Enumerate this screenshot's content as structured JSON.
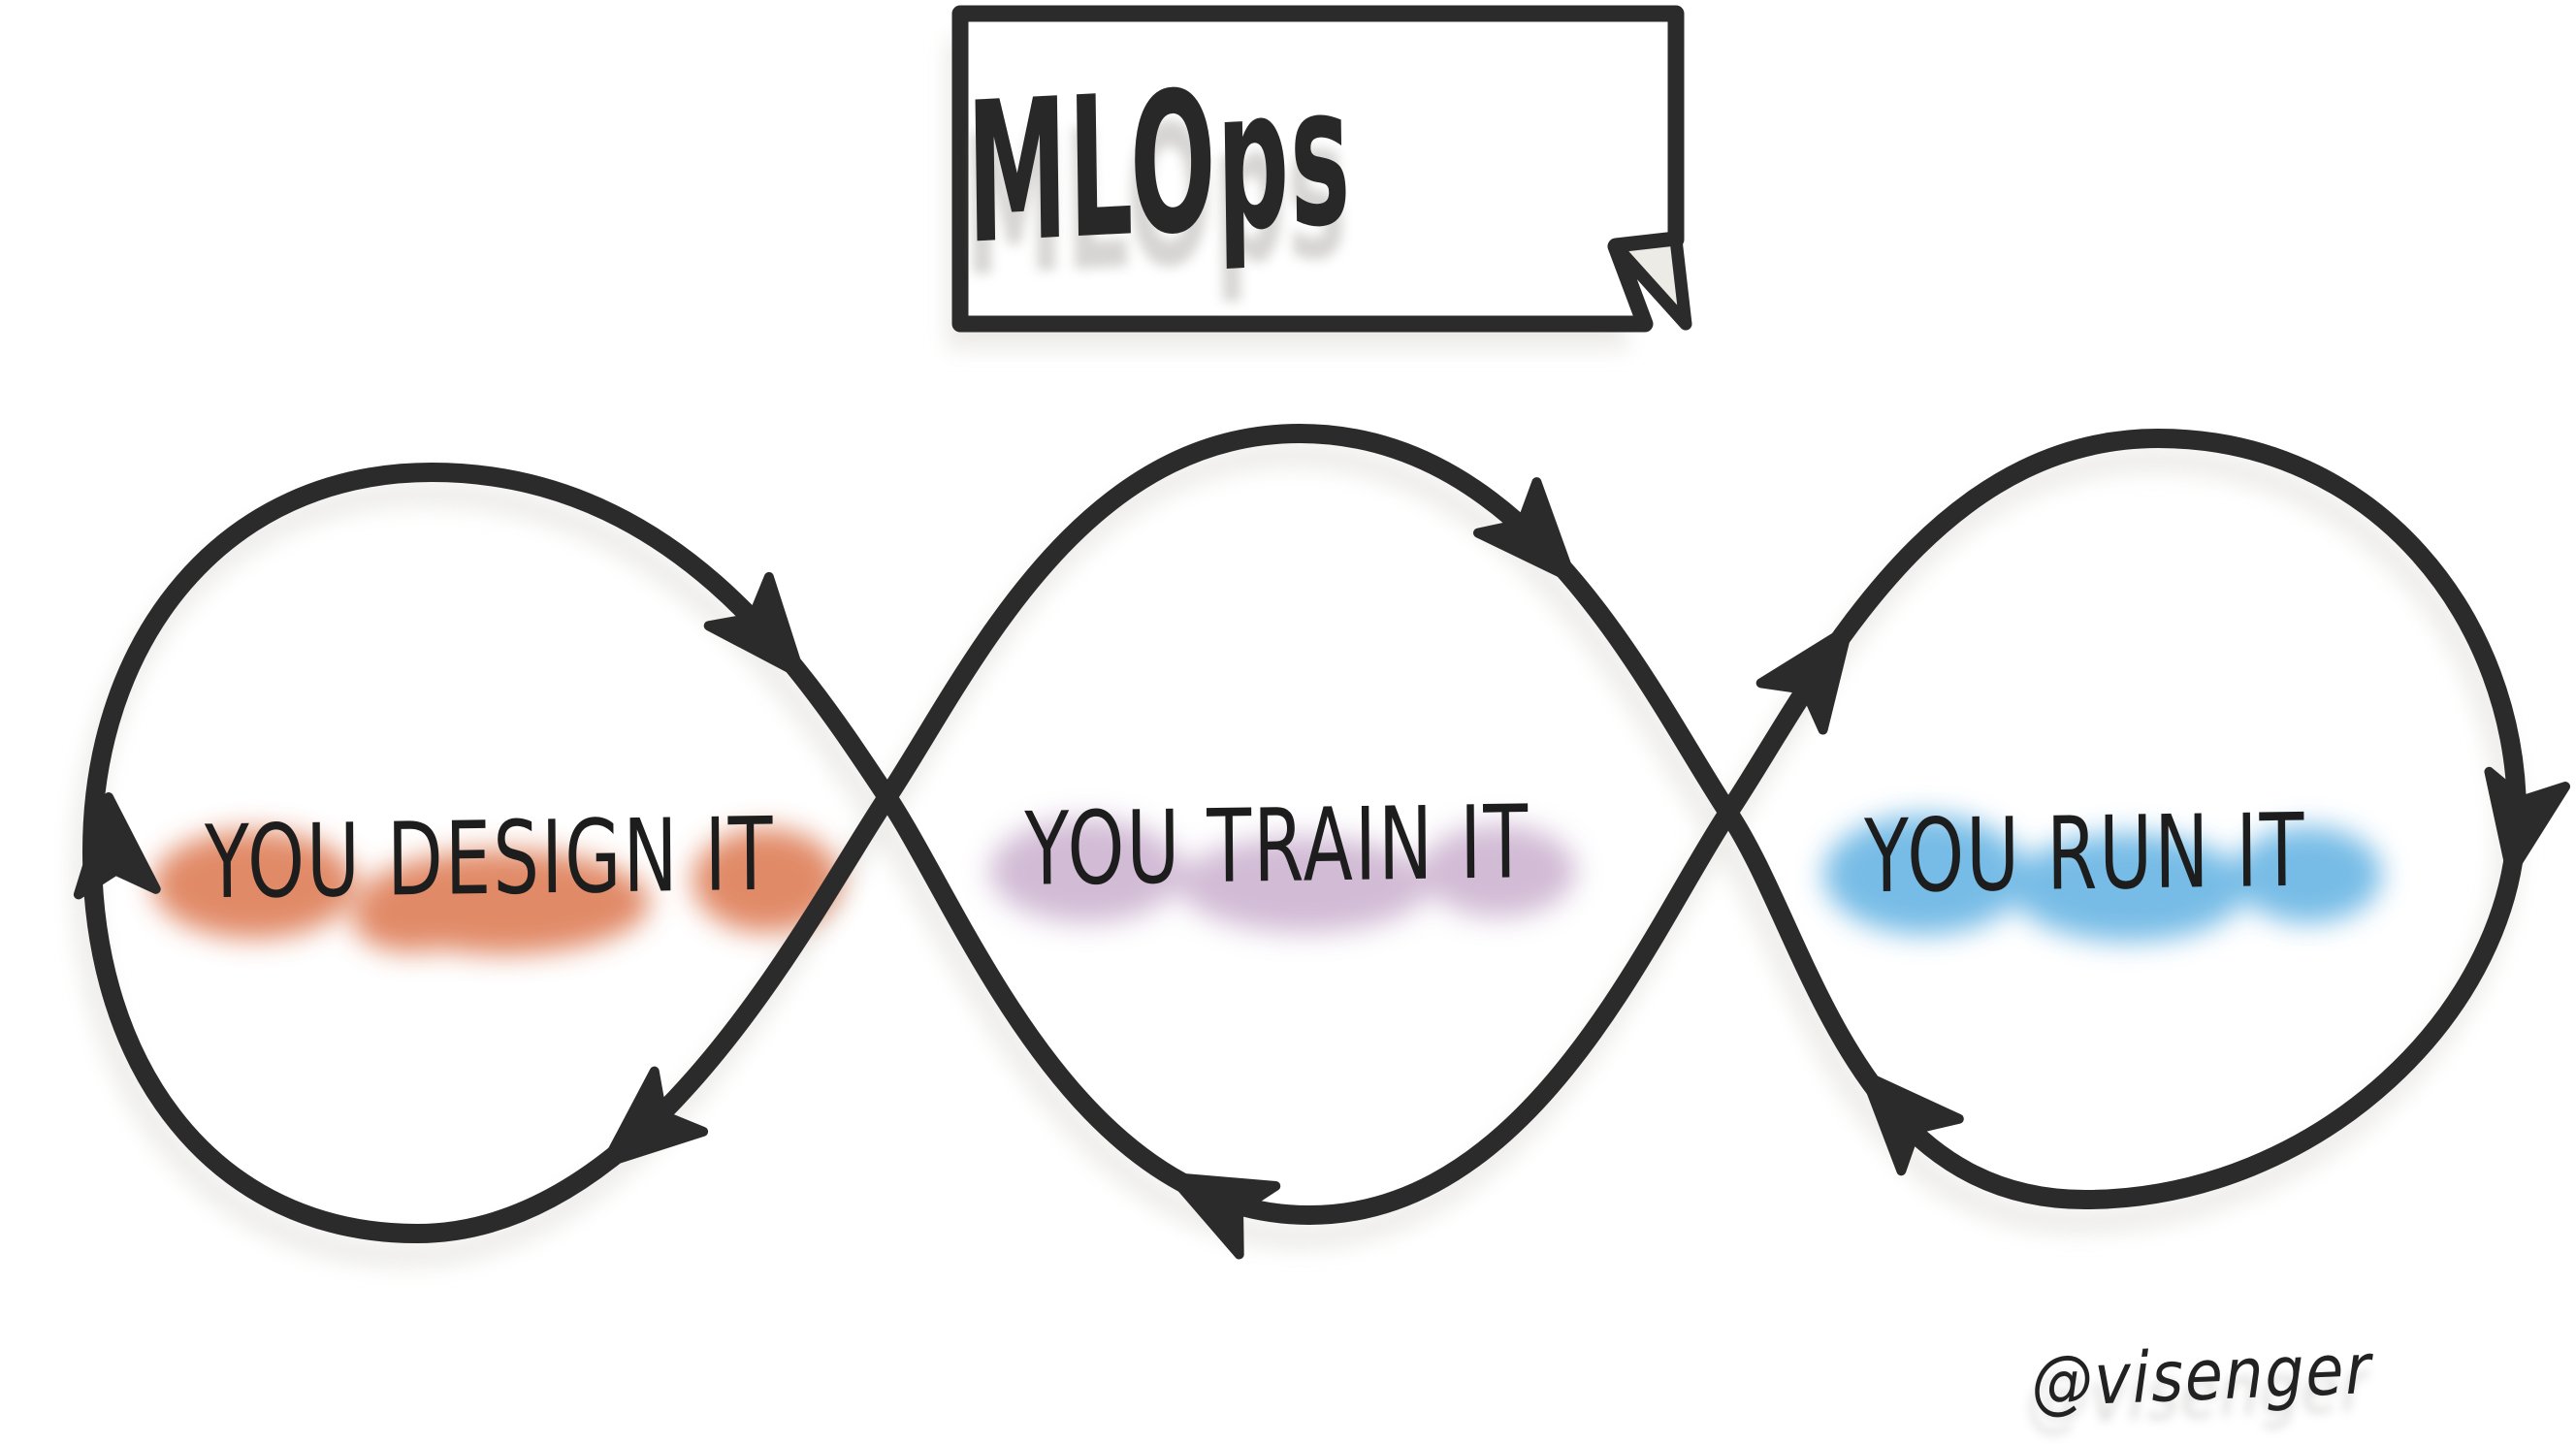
{
  "title": "MLOps",
  "stages": [
    {
      "label": "YOU DESIGN IT",
      "highlight": "#dd7a52",
      "highlight_name": "orange"
    },
    {
      "label": "YOU TRAIN IT",
      "highlight": "#c3a5c8",
      "highlight_name": "purple"
    },
    {
      "label": "YOU RUN IT",
      "highlight": "#60b1e2",
      "highlight_name": "blue"
    }
  ],
  "signature": "@visenger",
  "flow_direction": "clockwise",
  "colors": {
    "ink": "#2b2b2b",
    "paper": "#ffffff",
    "shadow": "#e7e6e2",
    "fold_fill": "#edebe6"
  }
}
